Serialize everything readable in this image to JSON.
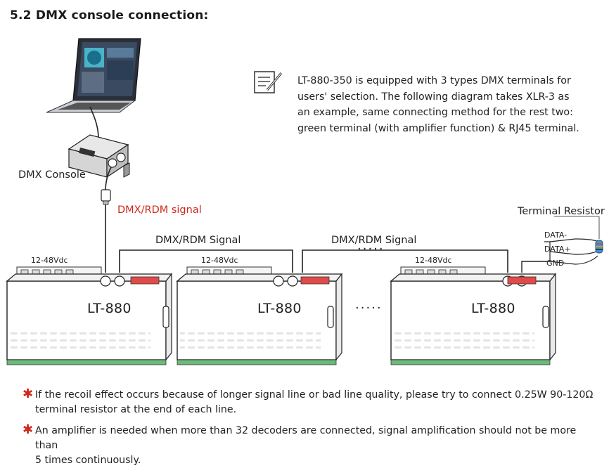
{
  "title": "5.2 DMX console connection:",
  "note_icon": "notepad-pencil-icon",
  "note_lines": [
    "LT-880-350 is equipped with 3 types DMX terminals for",
    "users' selection. The following diagram takes XLR-3 as",
    "an example, same connecting method for the rest two:",
    "green terminal (with amplifier function) & RJ45 terminal."
  ],
  "labels": {
    "console": "DMX Console",
    "rdm_signal_lower": "DMX/RDM signal",
    "rdm_signal_1": "DMX/RDM Signal",
    "rdm_signal_2": "DMX/RDM Signal",
    "terminal_resistor": "Terminal Resistor",
    "data_minus": "DATA-",
    "data_plus": "DATA+",
    "gnd": "GND",
    "ellipsis_top": "·····",
    "ellipsis_mid": "·····"
  },
  "units": [
    {
      "model": "LT-880",
      "power": "12-48Vdc"
    },
    {
      "model": "LT-880",
      "power": "12-48Vdc"
    },
    {
      "model": "LT-880",
      "power": "12-48Vdc"
    }
  ],
  "footnotes": [
    {
      "line1": "If the recoil effect occurs because of longer signal line or bad line quality, please try to connect 0.25W 90-120Ω",
      "line2": "terminal resistor at the end of each line."
    },
    {
      "line1": "An amplifier is needed when more than 32 decoders are connected, signal amplification should not be more than",
      "line2": "5 times continuously."
    }
  ],
  "colors": {
    "accent_red": "#d0281e",
    "outline": "#222222"
  }
}
